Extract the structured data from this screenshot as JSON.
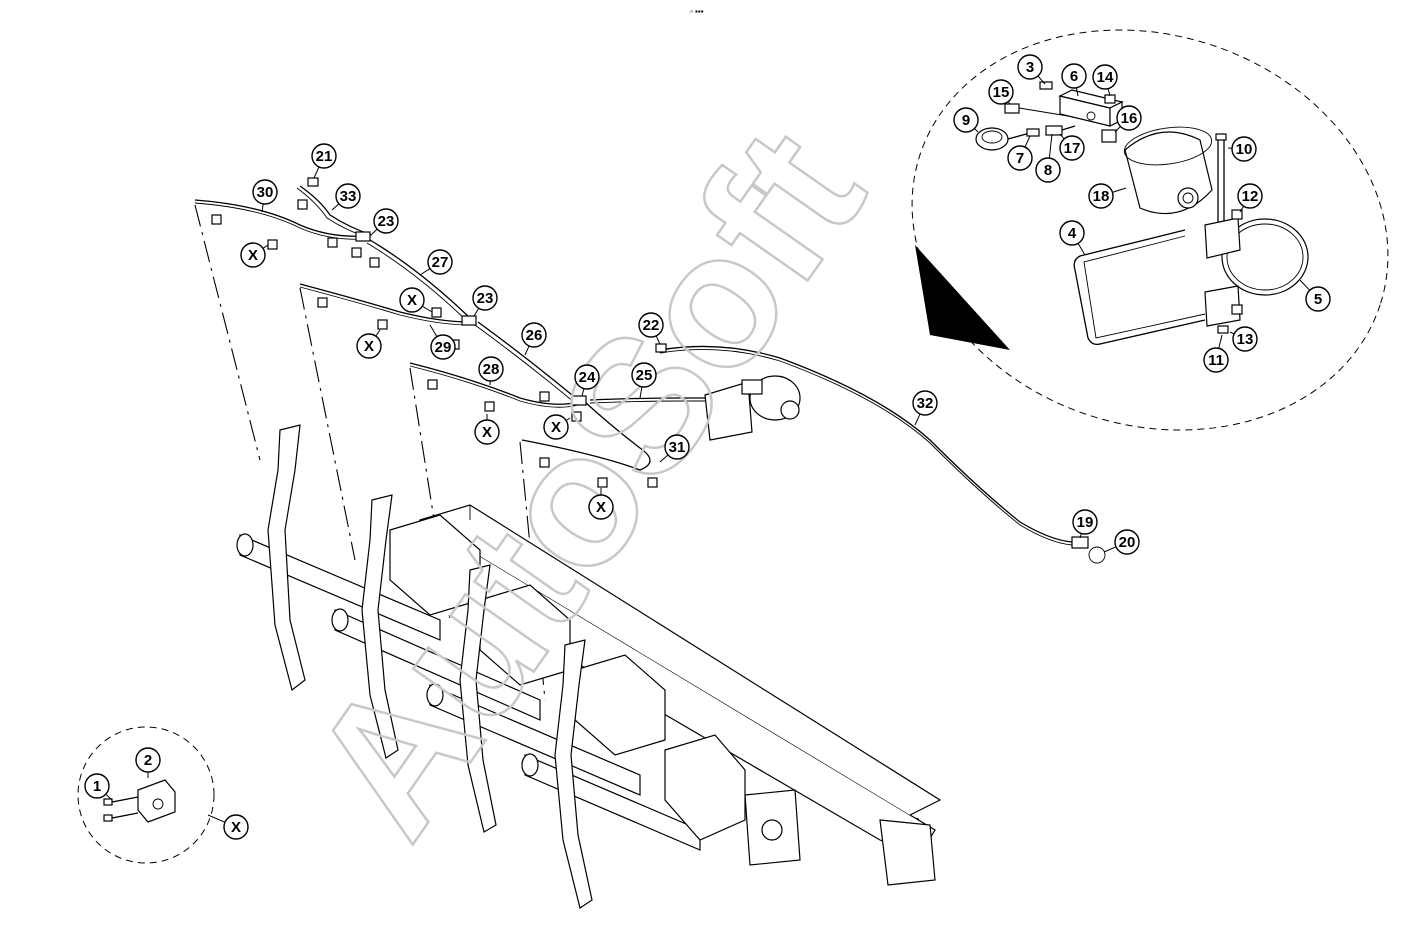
{
  "top_mark": "▫ ▪▪▪",
  "watermark": {
    "text": "AutoSoft",
    "color": "#c8c8c8"
  },
  "callouts": [
    {
      "id": "c1",
      "label": "1"
    },
    {
      "id": "c2",
      "label": "2"
    },
    {
      "id": "c3",
      "label": "3"
    },
    {
      "id": "c4",
      "label": "4"
    },
    {
      "id": "c5",
      "label": "5"
    },
    {
      "id": "c6",
      "label": "6"
    },
    {
      "id": "c7",
      "label": "7"
    },
    {
      "id": "c8",
      "label": "8"
    },
    {
      "id": "c9",
      "label": "9"
    },
    {
      "id": "c10",
      "label": "10"
    },
    {
      "id": "c11",
      "label": "11"
    },
    {
      "id": "c12",
      "label": "12"
    },
    {
      "id": "c13",
      "label": "13"
    },
    {
      "id": "c14",
      "label": "14"
    },
    {
      "id": "c15",
      "label": "15"
    },
    {
      "id": "c16",
      "label": "16"
    },
    {
      "id": "c17",
      "label": "17"
    },
    {
      "id": "c18",
      "label": "18"
    },
    {
      "id": "c19",
      "label": "19"
    },
    {
      "id": "c20",
      "label": "20"
    },
    {
      "id": "c21",
      "label": "21"
    },
    {
      "id": "c22",
      "label": "22"
    },
    {
      "id": "c23a",
      "label": "23"
    },
    {
      "id": "c23b",
      "label": "23"
    },
    {
      "id": "c24",
      "label": "24"
    },
    {
      "id": "c25",
      "label": "25"
    },
    {
      "id": "c26",
      "label": "26"
    },
    {
      "id": "c27",
      "label": "27"
    },
    {
      "id": "c28",
      "label": "28"
    },
    {
      "id": "c29",
      "label": "29"
    },
    {
      "id": "c30",
      "label": "30"
    },
    {
      "id": "c31",
      "label": "31"
    },
    {
      "id": "c32",
      "label": "32"
    },
    {
      "id": "c33",
      "label": "33"
    },
    {
      "id": "x1",
      "label": "X"
    },
    {
      "id": "x2",
      "label": "X"
    },
    {
      "id": "x3",
      "label": "X"
    },
    {
      "id": "x4",
      "label": "X"
    },
    {
      "id": "x5",
      "label": "X"
    },
    {
      "id": "x6",
      "label": "X"
    },
    {
      "id": "x7",
      "label": "X"
    }
  ]
}
